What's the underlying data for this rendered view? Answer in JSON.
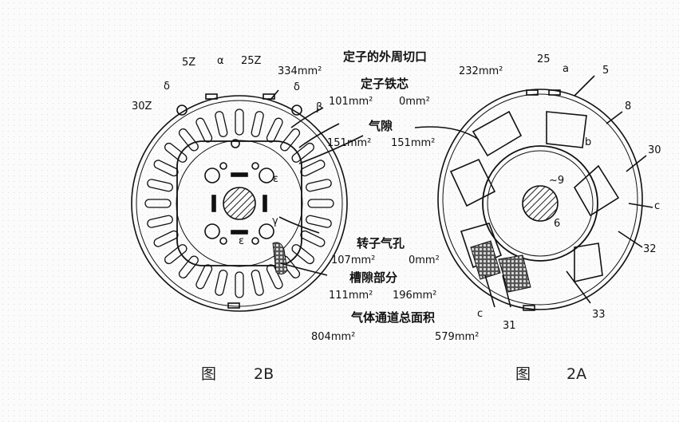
{
  "title_cn": {
    "stator_outer_cut": "定子的外周切口",
    "stator_core": "定子铁芯",
    "air_gap": "气隙",
    "rotor_air_hole": "转子气孔",
    "slot_gap": "槽隙部分",
    "total_area": "气体通道总面积"
  },
  "values": {
    "cut_2b": "334mm²",
    "cut_2a": "232mm²",
    "core_2b": "101mm²",
    "core_2a": "0mm²",
    "gap_2b": "151mm²",
    "gap_2a": "151mm²",
    "hole_2b": "107mm²",
    "hole_2a": "0mm²",
    "slot_2b": "111mm²",
    "slot_2a": "196mm²",
    "total_2b": "804mm²",
    "total_2a": "579mm²"
  },
  "labels_2b": {
    "5z": "5Z",
    "alpha": "α",
    "25z": "25Z",
    "delta_l": "δ",
    "delta_r": "δ",
    "beta": "β",
    "30z": "30Z",
    "eps_r": "ε",
    "eps_b": "ε",
    "gamma": "γ"
  },
  "labels_2a": {
    "25": "25",
    "a": "a",
    "5": "5",
    "8": "8",
    "30": "30",
    "b": "b",
    "c_r": "c",
    "9": "~9",
    "6": "6",
    "32": "32",
    "33": "33",
    "c_b": "c",
    "31": "31"
  },
  "figures": {
    "fig_2b_char": "图",
    "fig_2b_num": "2B",
    "fig_2a_char": "图",
    "fig_2a_num": "2A"
  }
}
